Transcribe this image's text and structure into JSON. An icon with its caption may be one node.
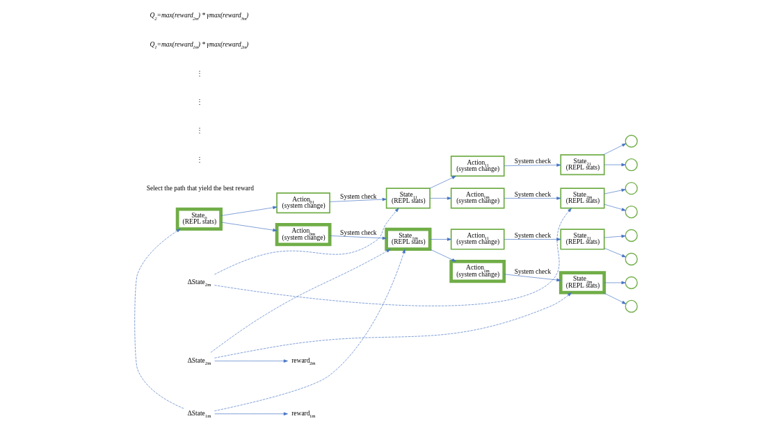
{
  "diagram": {
    "nodes": [
      {
        "text": [
          "State$_{0}$",
          "(REPL stats)"
        ]
      },
      {
        "text": [
          "Action$_{01}$",
          "(system change)"
        ]
      },
      {
        "text": [
          "Action$_{0m}$",
          "(system change)"
        ]
      },
      {
        "text": [
          "State$_{11}$",
          "(REPL stats)"
        ]
      },
      {
        "text": [
          "State$_{1m}$",
          "(REPL stats)"
        ]
      },
      {
        "text": [
          "Action$_{11}$",
          "(system change)"
        ]
      },
      {
        "text": [
          "Action$_{1m}$",
          "(system change)"
        ]
      },
      {
        "text": [
          "State$_{21}$",
          "(REPL stats)"
        ]
      },
      {
        "text": [
          "State$_{2m}$",
          "(REPL stats)"
        ]
      },
      {
        "text": [],
        "shape": "circle"
      },
      {
        "text": [],
        "shape": "circle"
      },
      {
        "text": [],
        "shape": "circle"
      },
      {
        "text": [],
        "shape": "circle"
      },
      {
        "text": [
          "ΔState$_{2m}$"
        ]
      },
      {
        "text": [
          "Action$_{11}$",
          "(system change)"
        ]
      },
      {
        "text": [
          "Action$_{1m}$",
          "(system change)"
        ]
      },
      {
        "text": [
          "State$_{21}$",
          "(REPL stats)"
        ]
      },
      {
        "text": [
          "State$_{2m}$",
          "(REPL stats)"
        ]
      },
      {
        "text": [],
        "shape": "circle"
      },
      {
        "text": [],
        "shape": "circle"
      },
      {
        "text": [],
        "shape": "circle"
      },
      {
        "text": [],
        "shape": "circle"
      },
      {
        "text": [
          "ΔState$_{1m}$"
        ]
      },
      {
        "text": [
          "reward$_{1m}$"
        ]
      },
      {
        "text": [
          "ΔState$_{2m}$"
        ]
      },
      {
        "text": [
          "reward$_{2m}$"
        ]
      }
    ],
    "edges": [
      {
        "from": 0,
        "to": 1,
        "arrow": "to"
      },
      {
        "from": 0,
        "to": 2,
        "arrow": "to"
      },
      {
        "from": 1,
        "to": 3,
        "arrow": "to",
        "label": "System check"
      },
      {
        "from": 2,
        "to": 4,
        "arrow": "to",
        "label": "System check"
      },
      {
        "from": 3,
        "to": 5,
        "arrow": "to"
      },
      {
        "from": 3,
        "to": 6,
        "arrow": "to"
      },
      {
        "from": 5,
        "to": 7,
        "arrow": "to",
        "label": "System check"
      },
      {
        "from": 6,
        "to": 8,
        "arrow": "to",
        "label": "System check"
      },
      {
        "from": 7,
        "to": 9,
        "arrow": "to"
      },
      {
        "from": 7,
        "to": 10,
        "arrow": "to"
      },
      {
        "from": 8,
        "to": 11,
        "arrow": "to"
      },
      {
        "from": 8,
        "to": 12,
        "arrow": "to"
      },
      {
        "from": 13,
        "to": 3,
        "arrow": "to",
        "style": "dashed"
      },
      {
        "from": 13,
        "to": 8,
        "arrow": "to",
        "style": "dashed"
      },
      {
        "from": 4,
        "to": 14,
        "arrow": "to"
      },
      {
        "from": 4,
        "to": 15,
        "arrow": "to"
      },
      {
        "from": 14,
        "to": 16,
        "arrow": "to",
        "label": "System check"
      },
      {
        "from": 15,
        "to": 17,
        "arrow": "to",
        "label": "System check"
      },
      {
        "from": 16,
        "to": 18,
        "arrow": "to"
      },
      {
        "from": 16,
        "to": 19,
        "arrow": "to"
      },
      {
        "from": 17,
        "to": 20,
        "arrow": "to"
      },
      {
        "from": 17,
        "to": 21,
        "arrow": "to"
      },
      {
        "from": 22,
        "to": 0,
        "arrow": "to",
        "style": "dashed"
      },
      {
        "from": 22,
        "to": 4,
        "arrow": "to",
        "style": "dashed"
      },
      {
        "from": 22,
        "to": 23,
        "arrow": "to"
      },
      {
        "from": 24,
        "to": 4,
        "arrow": "to",
        "style": "dashed"
      },
      {
        "from": 24,
        "to": 17,
        "arrow": "to",
        "style": "dashed"
      },
      {
        "from": 24,
        "to": 25,
        "arrow": "to"
      }
    ],
    "labels": [
      "Select the path that yield the best reward",
      "⋮",
      "⋮",
      "⋮",
      "⋮",
      "Q$_{1}$=max(reward$_{1m}$) * γmax(reward$_{2m}$)",
      "Q$_{2}$=max(reward$_{2m}$) * γmax(reward$_{3m}$)"
    ]
  }
}
